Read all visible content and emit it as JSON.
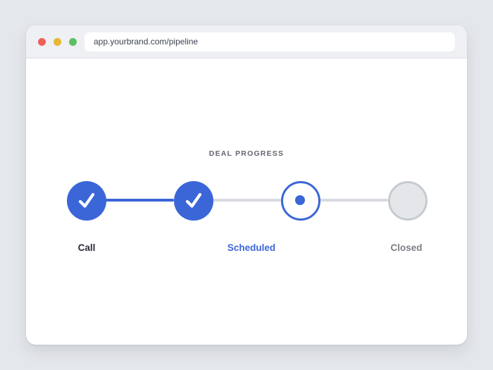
{
  "browser": {
    "url": "app.yourbrand.com/pipeline",
    "traffic_lights": {
      "close": "#ee5f57",
      "minimize": "#e7b833",
      "maximize": "#5ebf62"
    }
  },
  "pipeline": {
    "title": "DEAL PROGRESS",
    "steps": [
      {
        "label": "Call",
        "state": "completed",
        "icon": "check-icon",
        "show_label": true
      },
      {
        "label": "",
        "state": "completed",
        "icon": "check-icon",
        "show_label": false
      },
      {
        "label": "Scheduled",
        "state": "current",
        "icon": "dot-icon",
        "show_label": true
      },
      {
        "label": "Closed",
        "state": "upcoming",
        "icon": "",
        "show_label": true
      }
    ],
    "connectors": [
      {
        "state": "completed"
      },
      {
        "state": "pending"
      },
      {
        "state": "pending"
      }
    ]
  },
  "colors": {
    "accent": "#3b66d8",
    "track_pending": "#d7dadf",
    "upcoming_fill": "#e4e6ea",
    "upcoming_border": "#c7cbd1",
    "label_completed": "#2a2e36",
    "label_current": "#3b66d8",
    "label_upcoming": "#7b7f86"
  }
}
